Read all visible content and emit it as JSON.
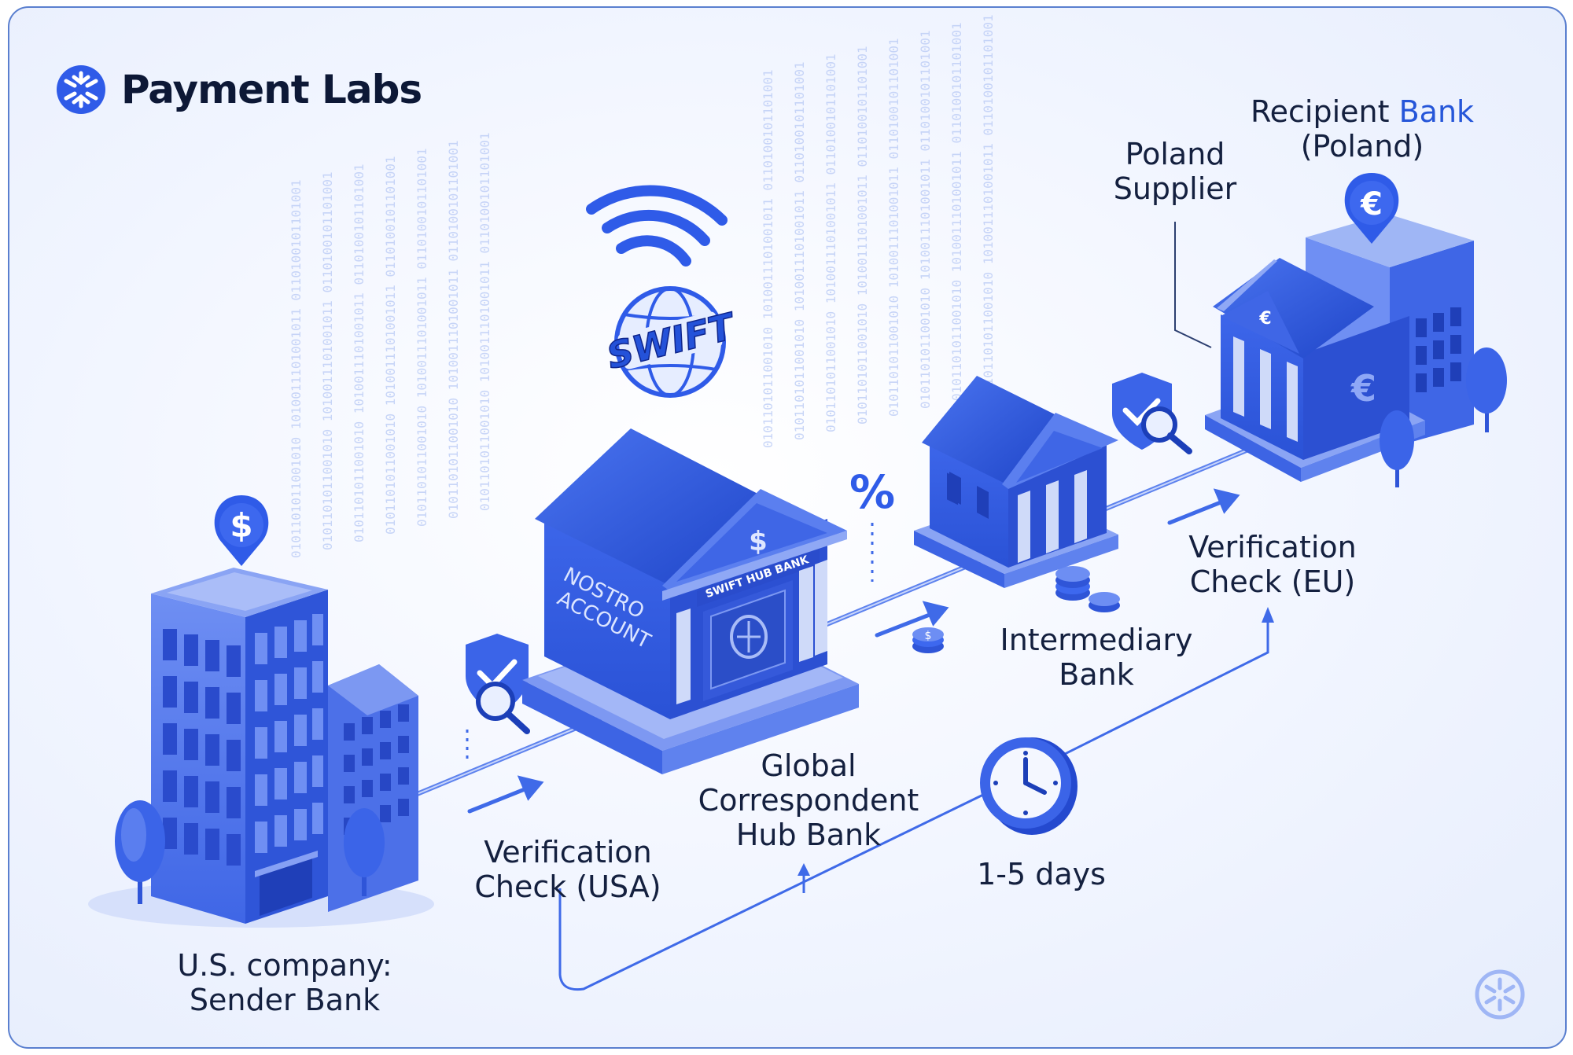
{
  "brand": {
    "name": "Payment Labs",
    "icon": "asterisk-logo-icon"
  },
  "colors": {
    "primary": "#2f5be8",
    "dark": "#1c3fb8",
    "light": "#9fb6f5",
    "text": "#14203f",
    "accent": "#2556d9"
  },
  "nodes": {
    "sender": {
      "line1": "U.S. company:",
      "line2": "Sender Bank",
      "pin": "$"
    },
    "verify_usa": {
      "line1": "Verification",
      "line2": "Check (USA)"
    },
    "hub": {
      "line1": "Global",
      "line2": "Correspondent",
      "line3": "Hub Bank",
      "pediment": "SWIFT HUB BANK",
      "side_line1": "NOSTRO",
      "side_line2": "ACCOUNT",
      "emblem": "$"
    },
    "swift": {
      "text": "SWIFT"
    },
    "fee": {
      "symbol": "%"
    },
    "intermediary": {
      "line1": "Intermediary",
      "line2": "Bank"
    },
    "verify_eu": {
      "line1": "Verification",
      "line2": "Check (EU)"
    },
    "supplier": {
      "line1": "Poland",
      "line2": "Supplier"
    },
    "recipient": {
      "line1a": "Recipient",
      "line1b": "Bank",
      "line2": "(Poland)",
      "pin": "€",
      "emblem": "€",
      "side": "€"
    },
    "duration": {
      "text": "1-5 days"
    }
  },
  "binary_text": "0101101011001010 1010011101001011 0110100101101001"
}
